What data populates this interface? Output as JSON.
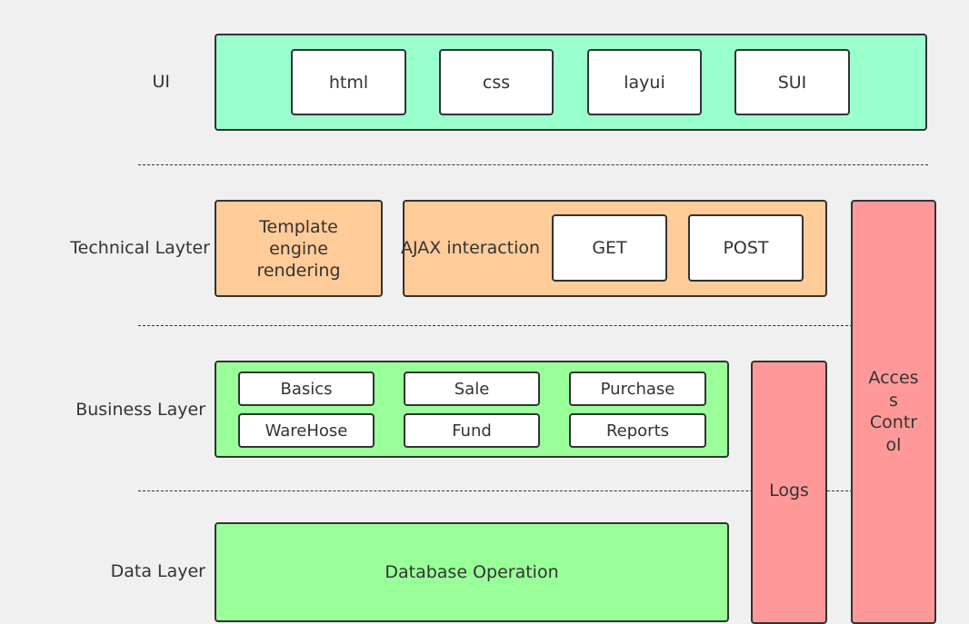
{
  "colors": {
    "ui_layer": "#99ffcc",
    "technical_layer": "#ffcc99",
    "business_layer": "#99ff99",
    "data_layer": "#99ff99",
    "side_boxes": "#ff9999",
    "inner_boxes": "#ffffff",
    "border": "#333333"
  },
  "ui": {
    "label": "UI",
    "items": [
      "html",
      "css",
      "layui",
      "SUI"
    ]
  },
  "technical": {
    "label": "Technical Layter",
    "template_box": "Template engine rendering",
    "ajax_label": "AJAX interaction",
    "items": [
      "GET",
      "POST"
    ]
  },
  "business": {
    "label": "Business Layer",
    "items": [
      "Basics",
      "Sale",
      "Purchase",
      "WareHose",
      "Fund",
      "Reports"
    ]
  },
  "data": {
    "label": "Data Layer",
    "box": "Database Operation"
  },
  "side": {
    "logs": "Logs",
    "access_control": "Acces\ns\nContr\nol"
  }
}
